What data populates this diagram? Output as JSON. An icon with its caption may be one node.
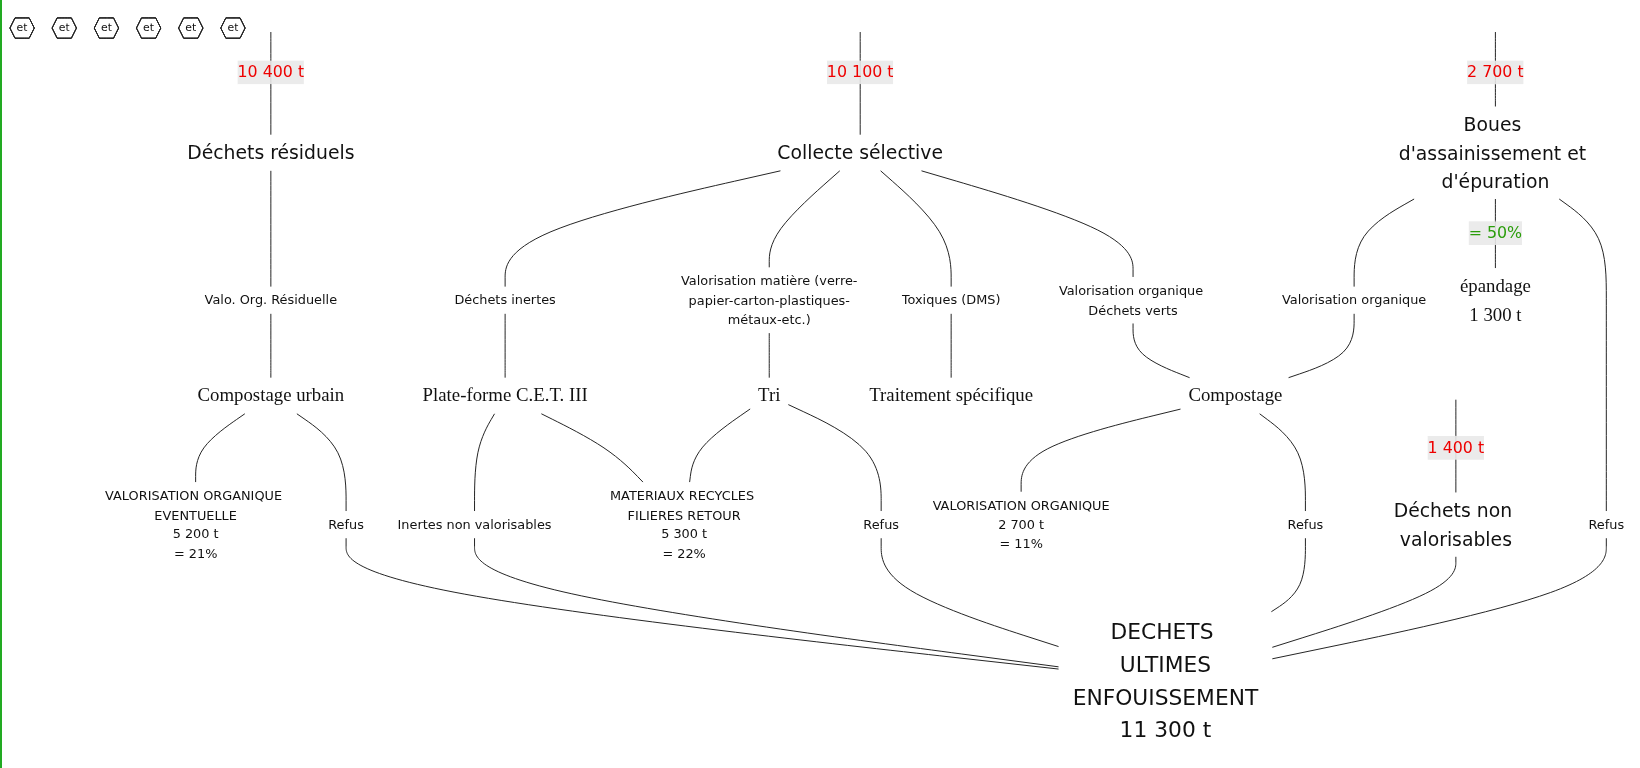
{
  "diagram": {
    "nodes": [
      {
        "text": [
          "Déchets résiduels"
        ]
      },
      {
        "text": [
          "et"
        ]
      },
      {
        "text": [
          "Collecte sélective"
        ]
      },
      {
        "text": [
          "et"
        ]
      },
      {
        "text": [
          "Boues d'assainissement et d'épuration"
        ]
      },
      {
        "text": [
          "et"
        ]
      },
      {
        "text": [
          "Déchets non valorisables"
        ]
      },
      {
        "text": [
          "Valo. Org. Résiduelle"
        ]
      },
      {
        "text": [
          "Déchets inertes"
        ]
      },
      {
        "text": [
          "et"
        ]
      },
      {
        "text": [
          "Valorisation matière (verre-papier-carton-plastiques-métaux-etc.)"
        ]
      },
      {
        "text": [
          "et"
        ]
      },
      {
        "text": [
          "Toxiques (DMS)"
        ]
      },
      {
        "text": [
          "et"
        ]
      },
      {
        "text": [
          "Valorisation organique Déchets verts"
        ]
      },
      {
        "text": [
          "Valorisation organique"
        ]
      },
      {
        "text": [
          "Refus"
        ]
      },
      {
        "text": [
          "Compostage urbain"
        ]
      },
      {
        "text": [
          "Plate-forme C.E.T. III"
        ]
      },
      {
        "text": [
          "Tri"
        ]
      },
      {
        "text": [
          "Traitement spécifique"
        ]
      },
      {
        "text": [
          "Compostage"
        ]
      },
      {
        "text": [
          "épandage"
        ],
        "beside": [
          "1 300 t"
        ]
      },
      {
        "text": [
          "VALORISATION ORGANIQUE EVENTUELLE"
        ],
        "beside": [
          "5 200 t",
          "= 21%"
        ]
      },
      {
        "text": [
          "Refus"
        ]
      },
      {
        "text": [
          "Inertes non valorisables"
        ]
      },
      {
        "text": [
          "MATERIAUX RECYCLES FILIERES RETOUR"
        ],
        "beside": [
          "5 300 t",
          "= 22%"
        ]
      },
      {
        "text": [
          "Refus"
        ]
      },
      {
        "text": [
          "VALORISATION ORGANIQUE"
        ],
        "beside": [
          "2 700 t",
          "= 11%"
        ]
      },
      {
        "text": [
          "Refus"
        ]
      },
      {
        "text": [
          "DECHETS ULTIMES"
        ],
        "beside": [
          "ENFOUISSEMENT",
          "11 300 t"
        ]
      }
    ],
    "edges": [
      {
        "from": null,
        "to": 0,
        "arrow": "none",
        "label": "10 400 t"
      },
      {
        "from": null,
        "to": 2,
        "arrow": "none",
        "label": "10 100 t"
      },
      {
        "from": null,
        "to": 4,
        "arrow": "none",
        "label": "2 700 t"
      },
      {
        "from": null,
        "to": 6,
        "arrow": "none",
        "label": "1 400 t"
      },
      {
        "from": 0,
        "to": 7,
        "arrow": "none"
      },
      {
        "from": 2,
        "to": 8,
        "arrow": "none"
      },
      {
        "from": 2,
        "to": 10,
        "arrow": "none"
      },
      {
        "from": 2,
        "to": 12,
        "arrow": "none"
      },
      {
        "from": 2,
        "to": 14,
        "arrow": "none"
      },
      {
        "from": 4,
        "to": 15,
        "arrow": "none"
      },
      {
        "from": 4,
        "to": 22,
        "arrow": "none",
        "label": "= 50%"
      },
      {
        "from": 4,
        "to": 16,
        "arrow": "none"
      },
      {
        "from": 7,
        "to": 17,
        "arrow": "none"
      },
      {
        "from": 8,
        "to": 18,
        "arrow": "none"
      },
      {
        "from": 10,
        "to": 19,
        "arrow": "none"
      },
      {
        "from": 12,
        "to": 20,
        "arrow": "none"
      },
      {
        "from": 14,
        "to": 21,
        "arrow": "none"
      },
      {
        "from": 15,
        "to": 21,
        "arrow": "none"
      },
      {
        "from": 17,
        "to": 23,
        "arrow": "none"
      },
      {
        "from": 17,
        "to": 24,
        "arrow": "none"
      },
      {
        "from": 18,
        "to": 25,
        "arrow": "none"
      },
      {
        "from": 18,
        "to": 26,
        "arrow": "none"
      },
      {
        "from": 19,
        "to": 26,
        "arrow": "none"
      },
      {
        "from": 19,
        "to": 27,
        "arrow": "none"
      },
      {
        "from": 21,
        "to": 28,
        "arrow": "none"
      },
      {
        "from": 21,
        "to": 29,
        "arrow": "none"
      },
      {
        "from": 24,
        "to": 30,
        "arrow": "none"
      },
      {
        "from": 25,
        "to": 30,
        "arrow": "none"
      },
      {
        "from": 27,
        "to": 30,
        "arrow": "none"
      },
      {
        "from": 29,
        "to": 30,
        "arrow": "none"
      },
      {
        "from": 16,
        "to": 30,
        "arrow": "none"
      },
      {
        "from": 6,
        "to": 30,
        "arrow": "none"
      }
    ]
  }
}
